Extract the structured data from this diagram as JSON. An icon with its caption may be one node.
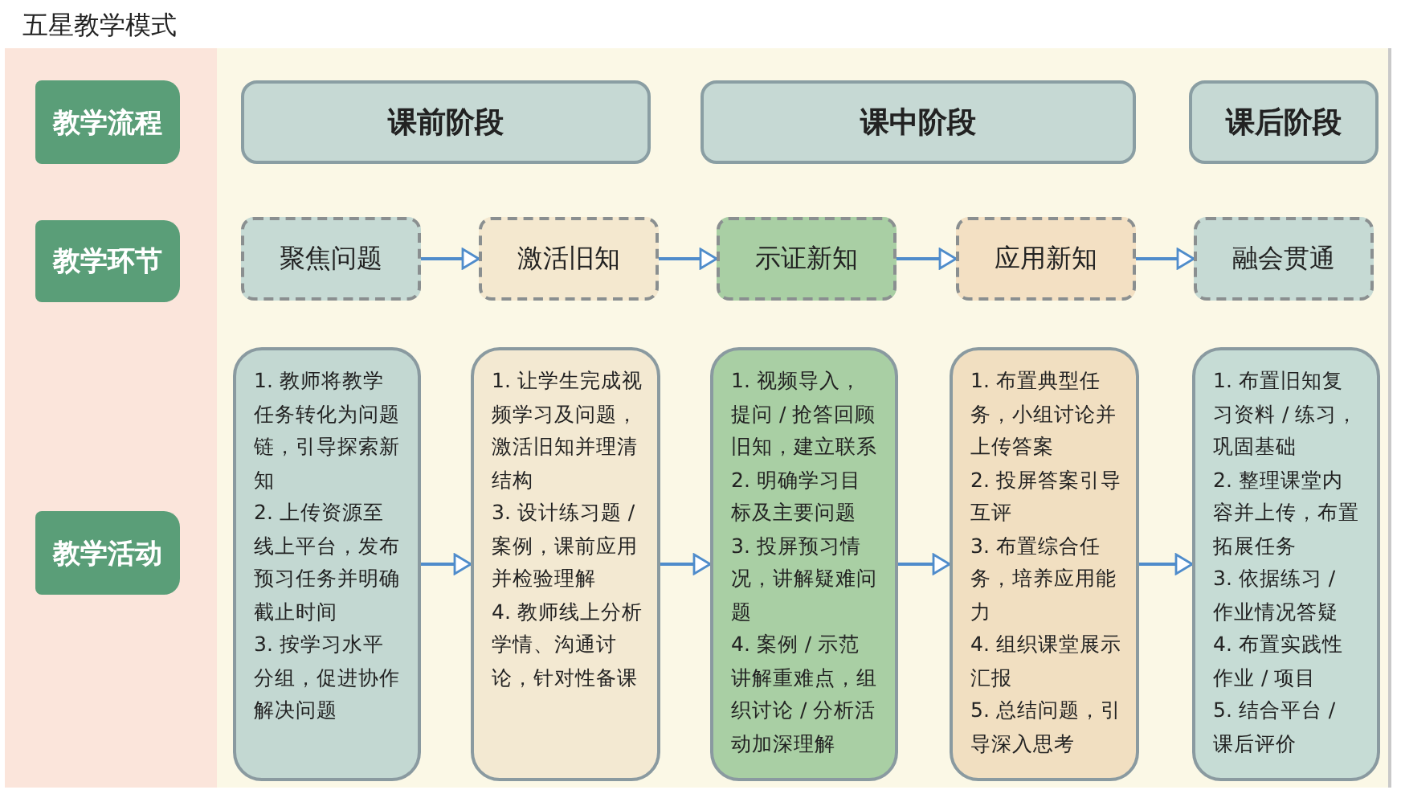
{
  "diagram": {
    "title": "五星教学模式",
    "nodes": [
      {
        "text": [
          "教学流程"
        ]
      },
      {
        "text": [
          "课前阶段"
        ]
      },
      {
        "text": [
          "课中阶段"
        ]
      },
      {
        "text": [
          "课后阶段"
        ]
      },
      {
        "text": [
          "教学环节"
        ]
      },
      {
        "text": [
          "聚焦问题"
        ]
      },
      {
        "text": [
          "激活旧知"
        ]
      },
      {
        "text": [
          "示证新知"
        ]
      },
      {
        "text": [
          "应用新知"
        ]
      },
      {
        "text": [
          "融会贯通"
        ]
      },
      {
        "text": [
          "教学活动"
        ]
      },
      {
        "text": [
          "1. 教师将教学任务转化为问题链，引导探索新知",
          "2. 上传资源至线上平台，发布预习任务并明确截止时间",
          "3. 按学习水平分组，促进协作解决问题"
        ]
      },
      {
        "text": [
          "1. 让学生完成视频学习及问题，激活旧知并理清结构",
          "3. 设计练习题 / 案例，课前应用并检验理解",
          "4. 教师线上分析学情、沟通讨论，针对性备课"
        ]
      },
      {
        "text": [
          "1. 视频导入，提问 / 抢答回顾旧知，建立联系",
          "2. 明确学习目标及主要问题",
          "3. 投屏预习情况，讲解疑难问题",
          "4. 案例 / 示范讲解重难点，组织讨论 / 分析活动加深理解"
        ]
      },
      {
        "text": [
          "1. 布置典型任务，小组讨论并上传答案",
          "2. 投屏答案引导互评",
          "3. 布置综合任务，培养应用能力",
          "4. 组织课堂展示汇报",
          "5. 总结问题，引导深入思考"
        ]
      },
      {
        "text": [
          "1. 布置旧知复习资料 / 练习，巩固基础",
          "2. 整理课堂内容并上传，布置拓展任务",
          "3. 依据练习 / 作业情况答疑",
          "4. 布置实践性作业 / 项目",
          "5. 结合平台 / 课后评价"
        ]
      }
    ],
    "edges": [
      {
        "from": 5,
        "to": 6,
        "arrow": "to"
      },
      {
        "from": 6,
        "to": 7,
        "arrow": "to"
      },
      {
        "from": 7,
        "to": 8,
        "arrow": "to"
      },
      {
        "from": 8,
        "to": 9,
        "arrow": "to"
      },
      {
        "from": 11,
        "to": 12,
        "arrow": "to"
      },
      {
        "from": 12,
        "to": 13,
        "arrow": "to"
      },
      {
        "from": 13,
        "to": 14,
        "arrow": "to"
      },
      {
        "from": 14,
        "to": 15,
        "arrow": "to"
      }
    ]
  }
}
